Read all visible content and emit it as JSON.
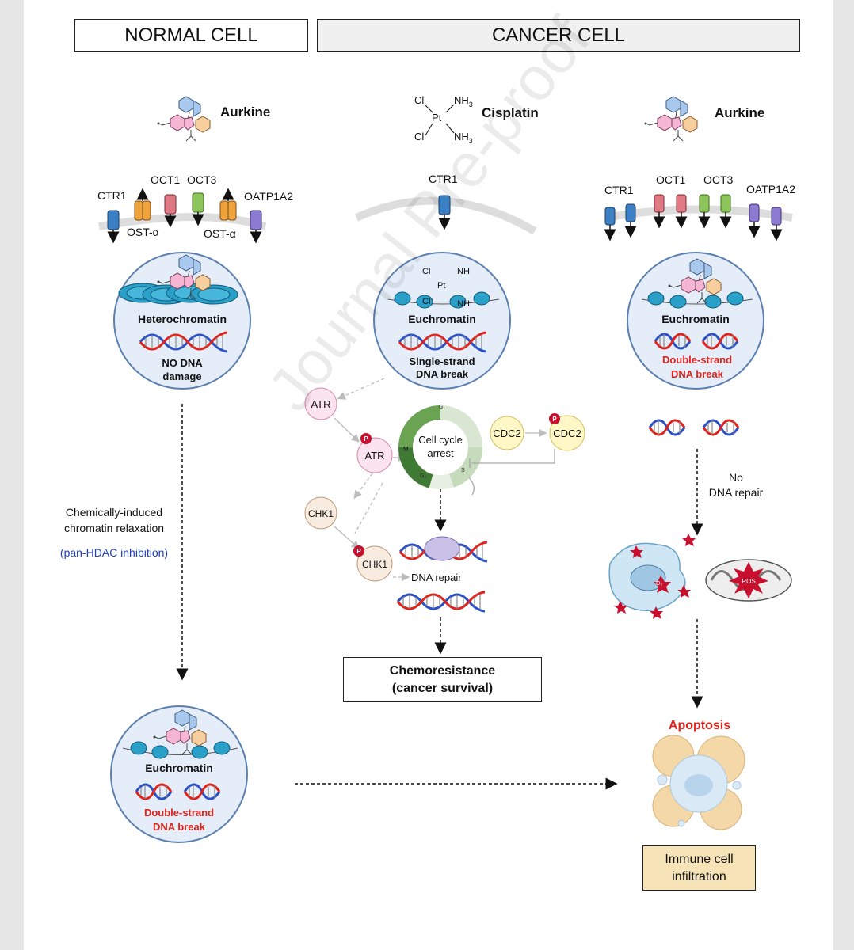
{
  "headers": {
    "normal": "NORMAL CELL",
    "cancer": "CANCER CELL"
  },
  "drugs": {
    "left": "Aurkine",
    "center": "Cisplatin",
    "right": "Aurkine"
  },
  "cisplatin_atoms": {
    "cl": "Cl",
    "nh3": "NH",
    "sub3": "3",
    "pt": "Pt"
  },
  "transporters": {
    "ctr1": "CTR1",
    "oct1": "OCT1",
    "oct3": "OCT3",
    "oatp": "OATP1A2",
    "ost": "OST-α"
  },
  "nuclei": {
    "normal_top": {
      "state": "Heterochromatin",
      "line1": "NO DNA",
      "line2": "damage"
    },
    "cisplatin": {
      "state": "Euchromatin",
      "line1": "Single-strand",
      "line2": "DNA break"
    },
    "cancer_aurkine": {
      "state": "Euchromatin",
      "line1": "Double-strand",
      "line2": "DNA break"
    },
    "normal_bottom": {
      "state": "Euchromatin",
      "line1": "Double-strand",
      "line2": "DNA break"
    }
  },
  "pathway": {
    "atr": "ATR",
    "chk1": "CHK1",
    "cdc2": "CDC2",
    "p": "P",
    "cycle_line1": "Cell cycle",
    "cycle_line2": "arrest",
    "g1": "G₁",
    "g2": "G₂",
    "m": "M",
    "s": "S",
    "dna_repair": "DNA repair"
  },
  "chemoresistance": {
    "line1": "Chemoresistance",
    "line2": "(cancer survival)"
  },
  "relaxation": {
    "line1": "Chemically-induced",
    "line2": "chromatin relaxation",
    "hdac": "(pan-HDAC inhibition)"
  },
  "no_repair": {
    "line1": "No",
    "line2": "DNA repair"
  },
  "ros": {
    "o2": "O₂",
    "ros": "ROS"
  },
  "apoptosis": "Apoptosis",
  "immune": {
    "line1": "Immune cell",
    "line2": "infiltration"
  },
  "watermark": "Journal Pre-proof",
  "colors": {
    "red": "#e0231c",
    "blue": "#2040c0",
    "nucleus_fill": "#e4edf8",
    "nucleus_stroke": "#5b7fb0",
    "immune_fill": "#f7e3b8"
  }
}
